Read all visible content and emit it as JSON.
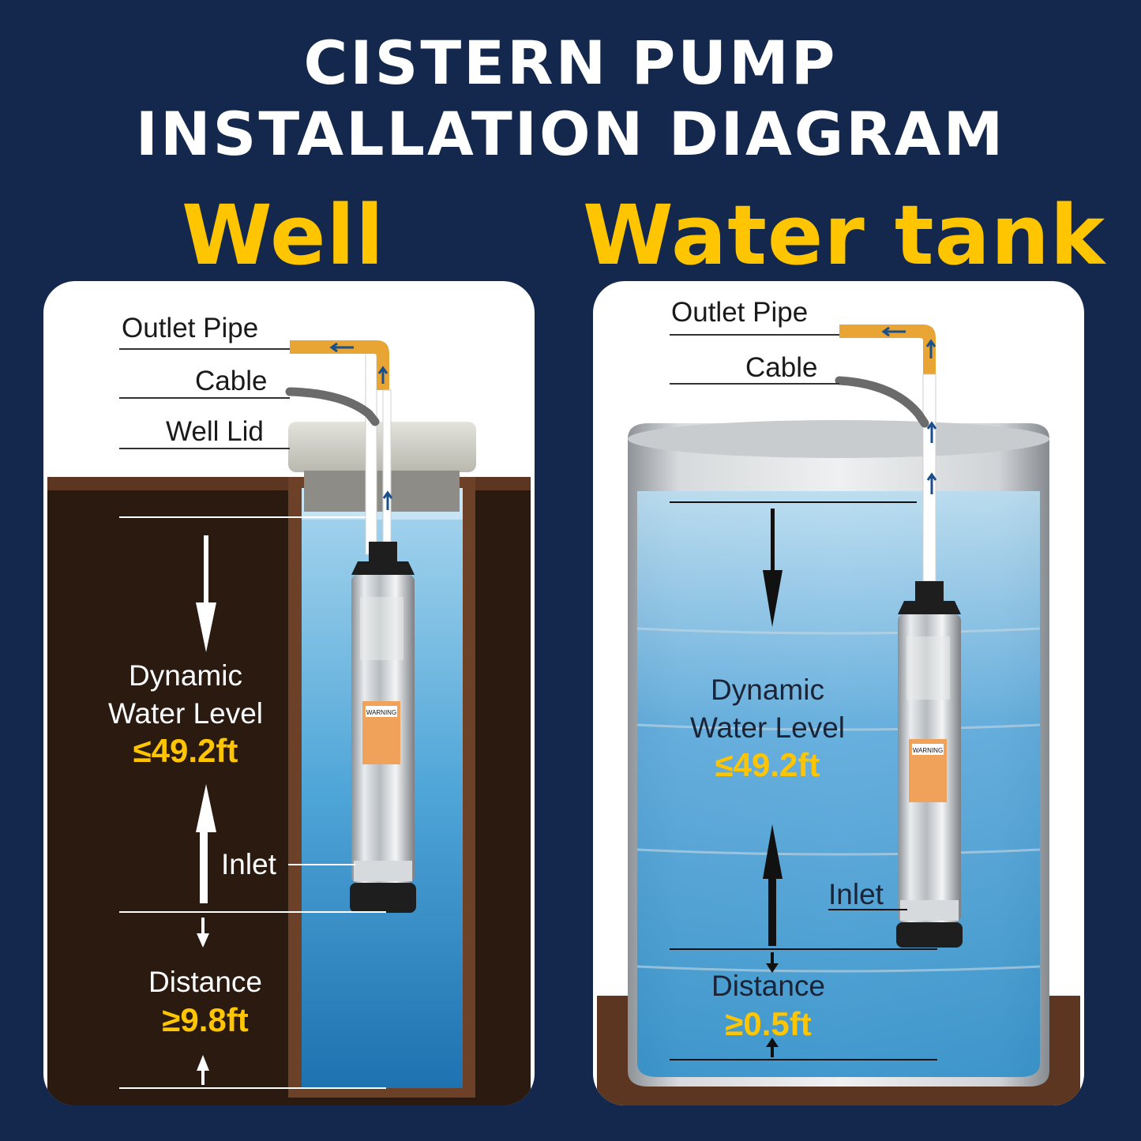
{
  "title": {
    "line1": "CISTERN PUMP",
    "line2": "INSTALLATION DIAGRAM"
  },
  "well": {
    "heading": "Well",
    "outlet_pipe": "Outlet Pipe",
    "cable": "Cable",
    "well_lid": "Well Lid",
    "dynamic_line1": "Dynamic",
    "dynamic_line2": "Water Level",
    "dynamic_value": "≤49.2ft",
    "inlet": "Inlet",
    "distance": "Distance",
    "distance_value": "≥9.8ft"
  },
  "tank": {
    "heading": "Water tank",
    "outlet_pipe": "Outlet Pipe",
    "cable": "Cable",
    "dynamic_line1": "Dynamic",
    "dynamic_line2": "Water Level",
    "dynamic_value": "≤49.2ft",
    "inlet": "Inlet",
    "distance": "Distance",
    "distance_value": "≥0.5ft"
  },
  "pump_label": {
    "warning": "WARNING"
  },
  "colors": {
    "background": "#13284c",
    "accent": "#fec500",
    "pipe": "#e9a534",
    "soil": "#2a1a10",
    "water": "#2e8fc9"
  }
}
